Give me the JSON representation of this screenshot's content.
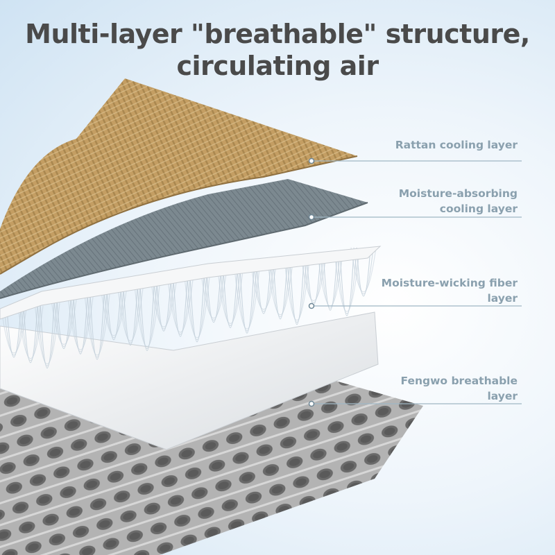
{
  "title": {
    "line1": "Multi-layer \"breathable\" structure,",
    "line2": "circulating air"
  },
  "layers": [
    {
      "lines": [
        "Rattan cooling layer"
      ]
    },
    {
      "lines": [
        "Moisture-absorbing",
        "cooling layer"
      ]
    },
    {
      "lines": [
        "Moisture-wicking fiber",
        "layer"
      ]
    },
    {
      "lines": [
        "Fengwo breathable",
        "layer"
      ]
    }
  ],
  "colors": {
    "title": "#4a4a4a",
    "label": "#8aa0ae",
    "leader_line": "#9fb6c4",
    "rattan": "#c9a46a",
    "grey_layer": "#7e8b92",
    "white_layer": "#f4f6f8",
    "mesh_layer": "#8d8d8d"
  }
}
